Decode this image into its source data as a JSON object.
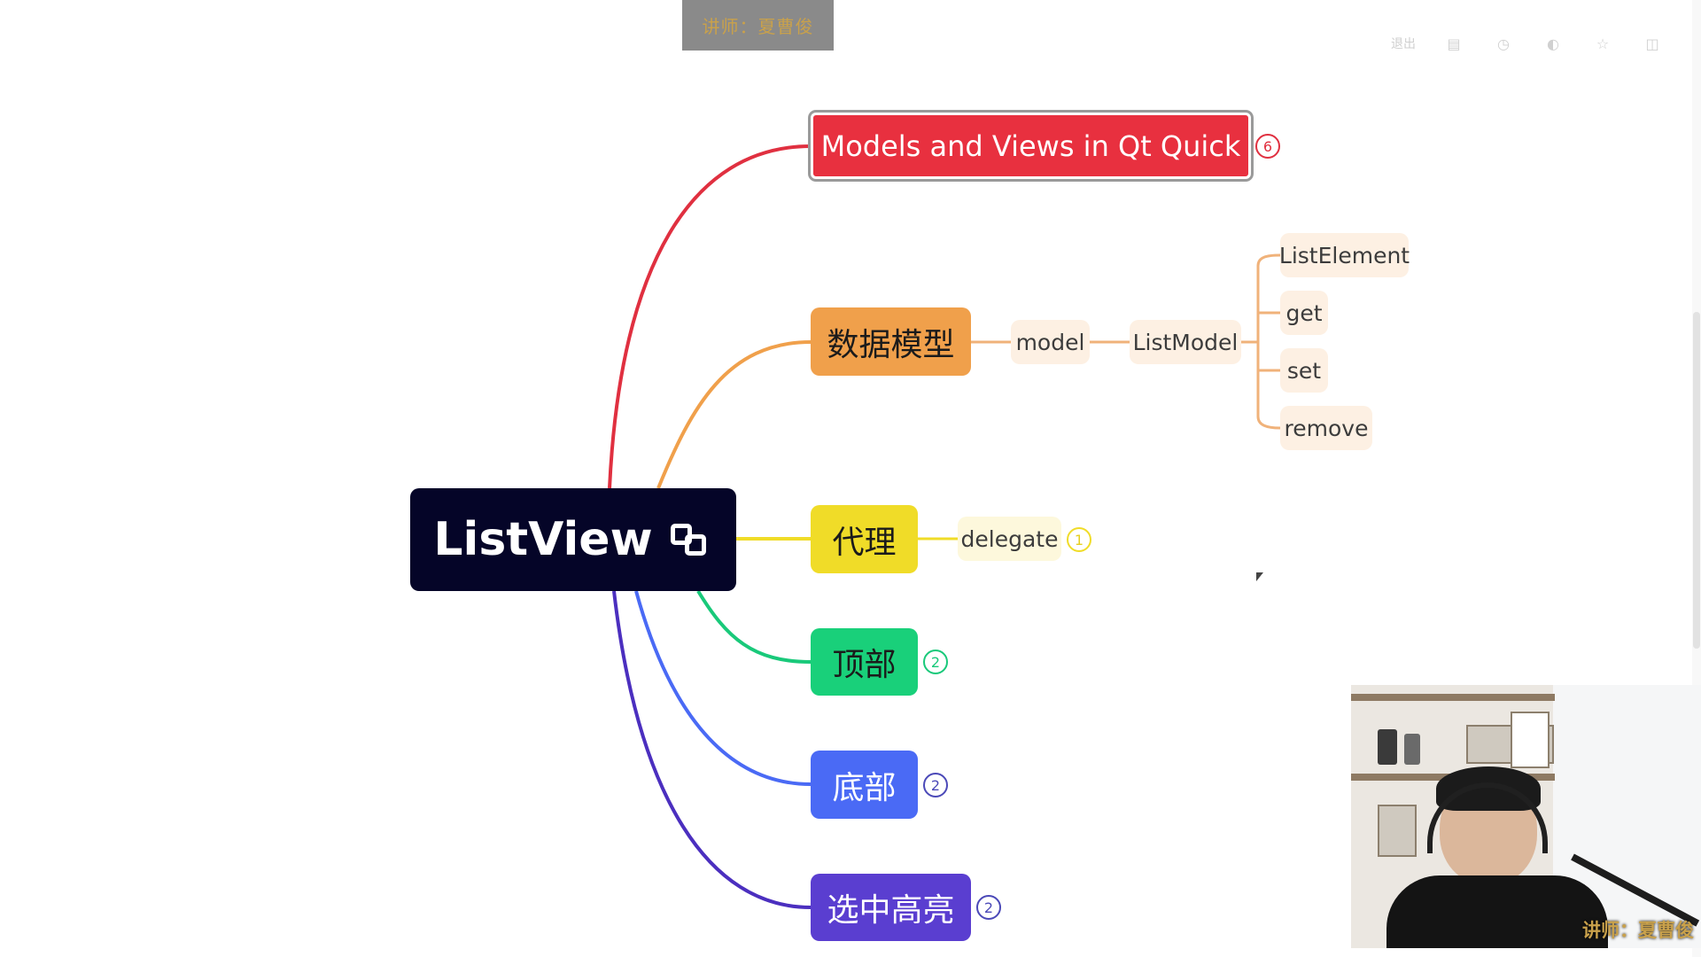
{
  "watermark_top": "讲师：夏曹俊",
  "toolbar": {
    "exit_label": "退出",
    "icons": [
      "outline-icon",
      "history-icon",
      "theme-icon",
      "star-icon",
      "panel-icon"
    ]
  },
  "mindmap": {
    "root": "ListView",
    "branches": [
      {
        "id": "models-views",
        "label": "Models and Views in Qt Quick",
        "color": "#e8303f",
        "count": "6",
        "children": []
      },
      {
        "id": "data-model",
        "label": "数据模型",
        "color": "#f0a04b",
        "count": "",
        "children": [
          {
            "label": "model"
          },
          {
            "label": "ListModel"
          },
          {
            "label": "ListElement"
          },
          {
            "label": "get"
          },
          {
            "label": "set"
          },
          {
            "label": "remove"
          }
        ]
      },
      {
        "id": "delegate",
        "label": "代理",
        "color": "#f0dc28",
        "count": "",
        "children": [
          {
            "label": "delegate",
            "count": "1"
          }
        ]
      },
      {
        "id": "header",
        "label": "顶部",
        "color": "#19d07a",
        "count": "2",
        "children": []
      },
      {
        "id": "footer",
        "label": "底部",
        "color": "#4a6af5",
        "count": "2",
        "children": []
      },
      {
        "id": "highlight",
        "label": "选中高亮",
        "color": "#5a3ed0",
        "count": "2",
        "children": []
      }
    ]
  },
  "webcam": {
    "caption": "讲师：夏曹俊"
  }
}
